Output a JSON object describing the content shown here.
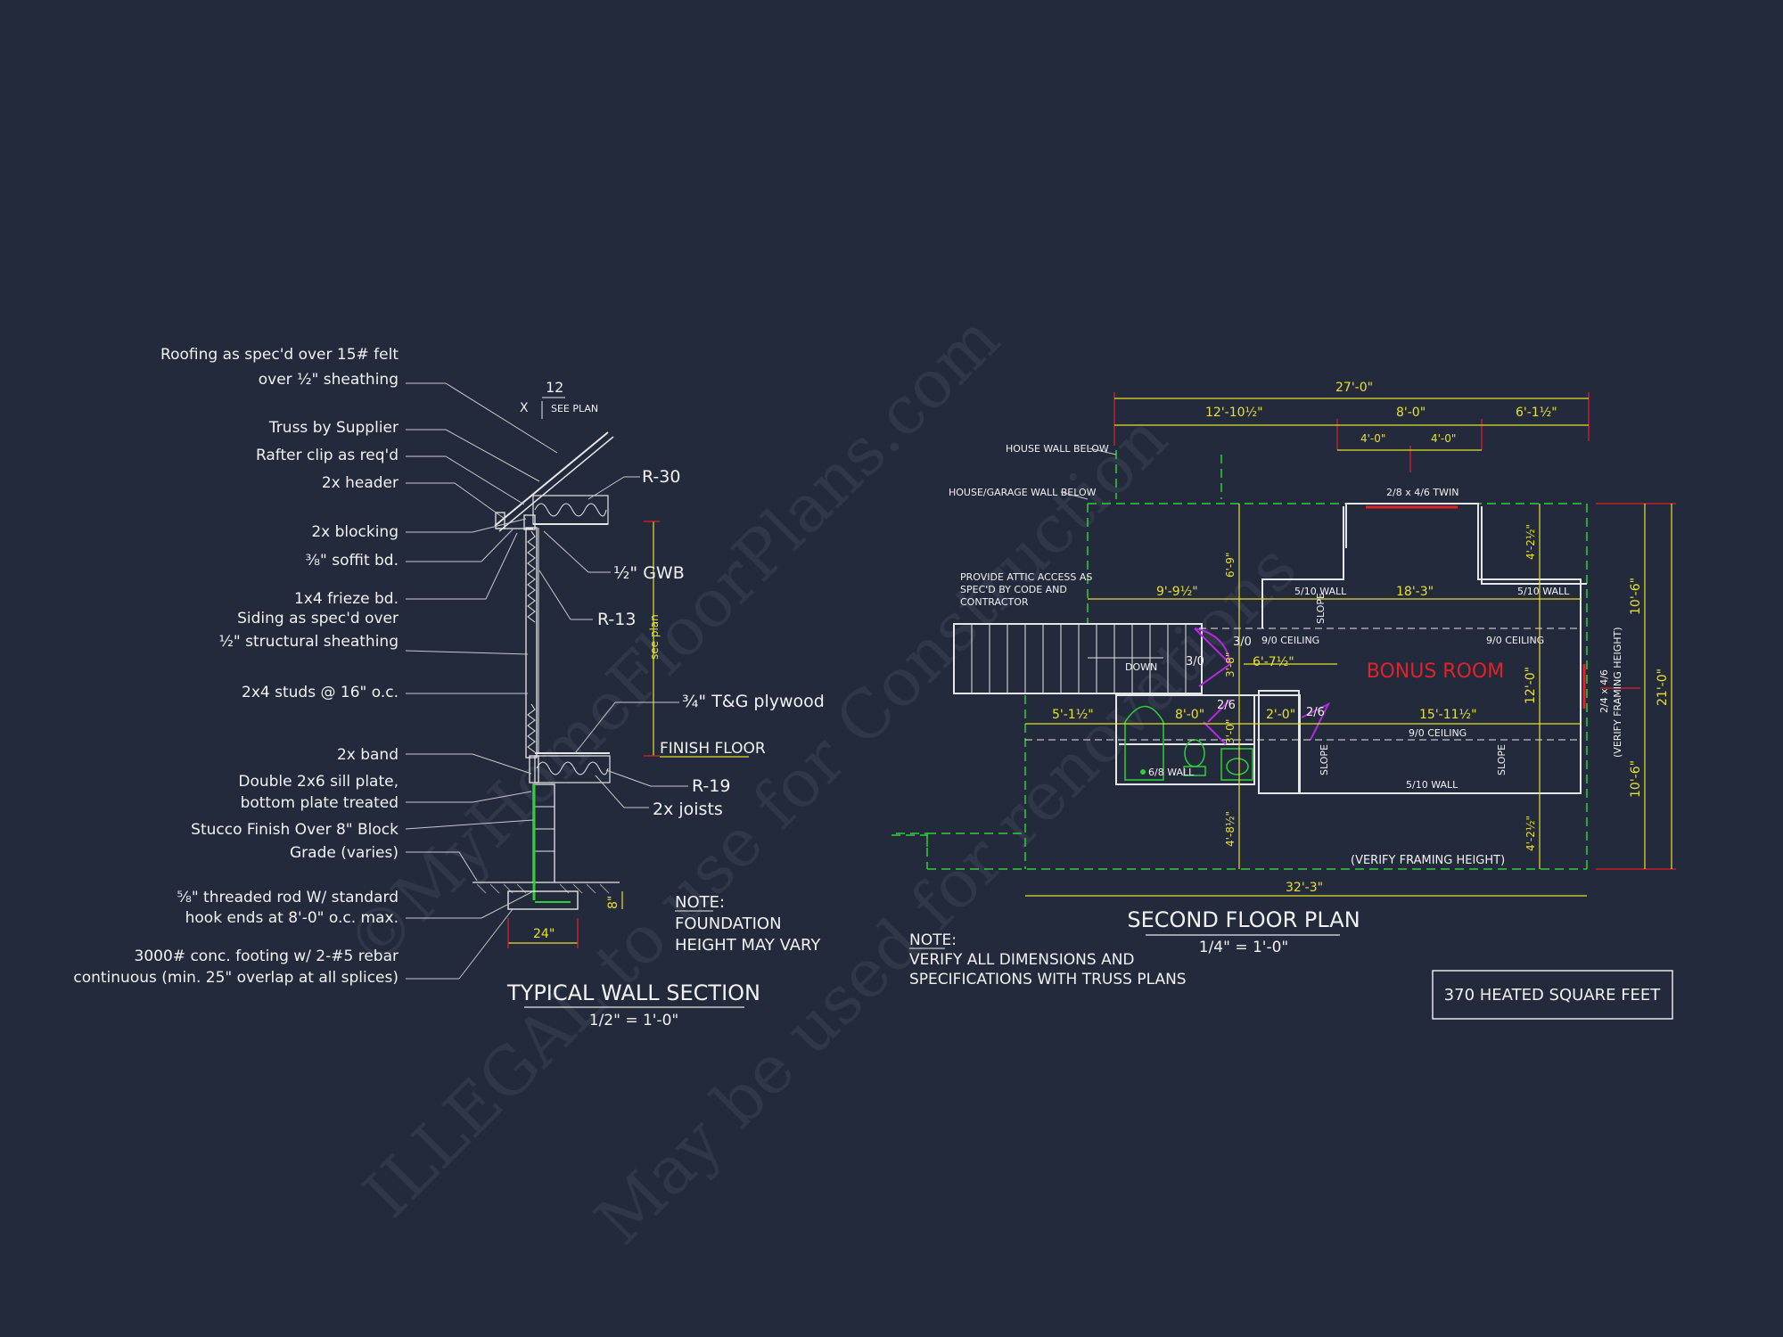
{
  "watermark": {
    "line1": "©MyHomeFloorPlans.com",
    "line2": "ILLEGAL to use for Construction",
    "line3": "May be used for renovations"
  },
  "wall_section": {
    "title": "TYPICAL WALL SECTION",
    "scale": "1/2\" = 1'-0\"",
    "pitch_top": "12",
    "pitch_x": "X",
    "pitch_see": "SEE PLAN",
    "callouts_left": [
      "Roofing as spec'd over 15# felt",
      "over ½\" sheathing",
      "Truss by Supplier",
      "Rafter clip as req'd",
      "2x header",
      "2x blocking",
      "⅜\" soffit bd.",
      "1x4 frieze bd.",
      "Siding as spec'd over",
      "½\" structural sheathing",
      "2x4 studs @ 16\" o.c.",
      "2x band",
      "Double 2x6 sill plate,",
      "bottom plate treated",
      "Stucco Finish Over 8\" Block",
      "Grade (varies)",
      "⅝\" threaded rod W/ standard",
      "hook ends at 8'-0\" o.c. max.",
      "3000# conc. footing w/ 2-#5 rebar",
      "continuous (min. 25\" overlap at all splices)"
    ],
    "callouts_right": {
      "r30": "R-30",
      "gwb": "½\" GWB",
      "r13": "R-13",
      "see_plan": "see plan",
      "plywood": "¾\" T&G plywood",
      "finish_floor": "FINISH FLOOR",
      "r19": "R-19",
      "joists": "2x joists"
    },
    "footing_width": "24\"",
    "footing_depth": "8\"",
    "note": [
      "NOTE:",
      "FOUNDATION",
      "HEIGHT MAY VARY"
    ]
  },
  "floor_plan": {
    "title": "SECOND FLOOR PLAN",
    "scale": "1/4\" = 1'-0\"",
    "room_name": "BONUS ROOM",
    "dims": {
      "overall_top": "27'-0\"",
      "top_left": "12'-10½\"",
      "top_mid": "8'-0\"",
      "top_right": "6'-1½\"",
      "win_a": "4'-0\"",
      "win_b": "4'-0\"",
      "left_9": "9'-9½\"",
      "mid_18": "18'-3\"",
      "stair_6": "6'-9\"",
      "v_38": "3'-8\"",
      "v_30": "3'-0\"",
      "h_6": "6'-7½\"",
      "h_5": "5'-1½\"",
      "h_8": "8'-0\"",
      "h_2": "2'-0\"",
      "h_15": "15'-11½\"",
      "v_12": "12'-0\"",
      "v_4_top": "4'-2½\"",
      "v_4_bot_l": "4'-8½\"",
      "v_4_bot_r": "4'-2½\"",
      "right_10_top": "10'-6\"",
      "right_10_bot": "10'-6\"",
      "right_21": "21'-0\"",
      "bottom_32": "32'-3\""
    },
    "labels": {
      "house_wall_below": "HOUSE WALL BELOW",
      "house_garage_wall_below": "HOUSE/GARAGE WALL BELOW",
      "attic": [
        "PROVIDE ATTIC ACCESS AS",
        "SPEC'D BY CODE AND",
        "CONTRACTOR"
      ],
      "window_twin": "2/8 x 4/6 TWIN",
      "wall_510_left": "5/10 WALL",
      "wall_510_right": "5/10 WALL",
      "wall_510_bottom": "5/10 WALL",
      "ceiling_90_left": "9/0 CEILING",
      "ceiling_90_right": "9/0 CEILING",
      "ceiling_90_mid": "9/0 CEILING",
      "slope_a": "SLOPE",
      "slope_b": "SLOPE",
      "slope_c": "SLOPE",
      "down": "DOWN",
      "door_30a": "3/0",
      "door_30b": "3/0",
      "door_26a": "2/6",
      "door_26b": "2/6",
      "wall_68": "6/8 WALL",
      "verify_framing": "(VERIFY FRAMING HEIGHT)",
      "side_window": "2/4 x 4/6",
      "side_verify": "(VERIFY FRAMING HEIGHT)"
    },
    "note": [
      "NOTE:",
      "VERIFY ALL DIMENSIONS AND",
      "SPECIFICATIONS WITH TRUSS PLANS"
    ],
    "heated": "370  HEATED SQUARE FEET"
  },
  "colors": {
    "background": "#232a3b",
    "line": "#e6e6e6",
    "dimension": "#e8e02a",
    "red": "#e0222a",
    "green": "#2fcf3a",
    "magenta": "#b02adf"
  }
}
